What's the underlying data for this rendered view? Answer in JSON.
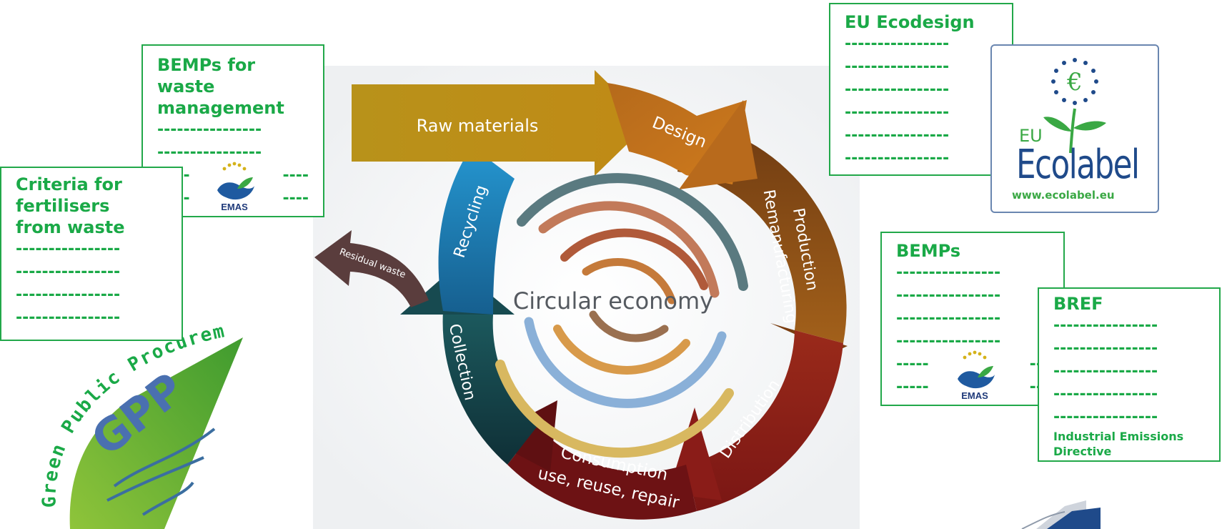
{
  "diagram": {
    "center": "Circular economy",
    "stages": {
      "raw_materials": "Raw materials",
      "design": "Design",
      "production": "Production",
      "remanufacturing": "Remanufacturing",
      "distribution": "Distribution",
      "consumption": "Consumption",
      "consumption_sub": "use, reuse, repair",
      "collection": "Collection",
      "recycling": "Recycling",
      "residual_waste": "Residual waste"
    }
  },
  "cards": {
    "bemps_waste": {
      "title": "BEMPs for\nwaste\nmanagement",
      "dashes": [
        "----------------",
        "----------------",
        "-----",
        "-----"
      ],
      "dashes_right": [
        "----",
        "----"
      ]
    },
    "criteria": {
      "title": "Criteria for\nfertilisers\nfrom waste",
      "dashes": [
        "----------------",
        "----------------",
        "----------------",
        "----------------"
      ]
    },
    "ecodesign": {
      "title": "EU Ecodesign",
      "dashes": [
        "----------------",
        "----------------",
        "----------------",
        "----------------",
        "----------------",
        "----------------"
      ]
    },
    "bemps": {
      "title": "BEMPs",
      "dashes": [
        "----------------",
        "----------------",
        "----------------",
        "----------------",
        "-----",
        "-----"
      ],
      "dashes_right": [
        "---",
        "---"
      ]
    },
    "bref": {
      "title": "BREF",
      "dashes": [
        "----------------",
        "----------------",
        "----------------",
        "----------------",
        "----------------"
      ],
      "footer": "Industrial Emissions\nDirective"
    }
  },
  "logos": {
    "emas": "EMAS",
    "ecolabel_eu": "EU",
    "ecolabel_name": "Ecolabel",
    "ecolabel_url": "www.ecolabel.eu",
    "gpp_text": "Green Public Procurement",
    "gpp_letters": "GPP"
  },
  "colors": {
    "green": "#1aa947",
    "raw": "#b8921a",
    "design": "#c9731c",
    "production": "#8a4a14",
    "distribution": "#8e1f1a",
    "consumption": "#6d1214",
    "collection": "#123d45",
    "recycling": "#1f86c0",
    "residual": "#5a3d3d"
  }
}
